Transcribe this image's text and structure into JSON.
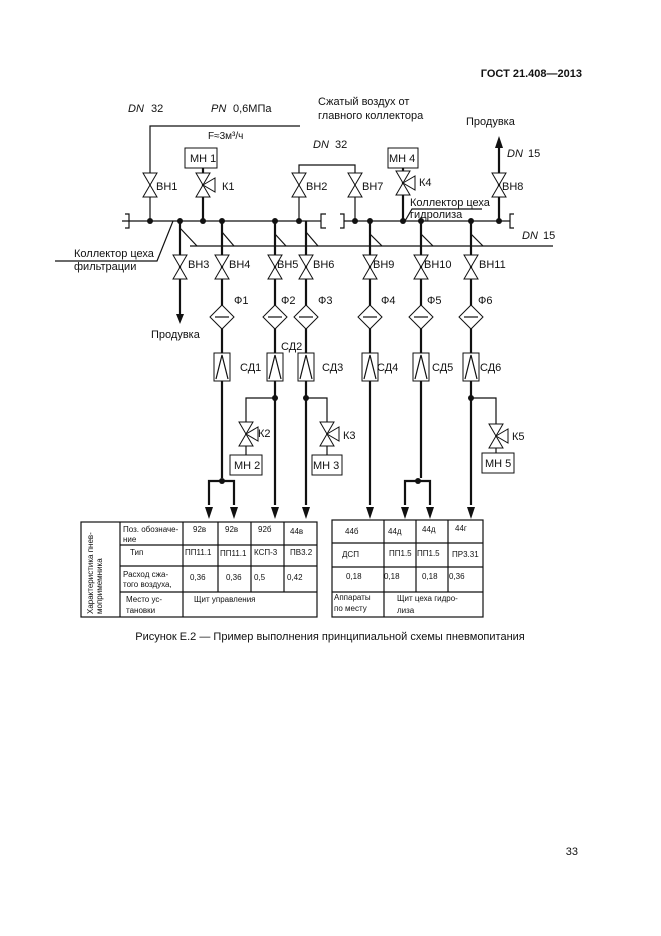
{
  "header": {
    "standard": "ГОСТ 21.408—2013"
  },
  "page_number": "33",
  "caption": "Рисунок Е.2 — Пример выполнения принципиальной схемы пневмопитания",
  "top_labels": {
    "dn32_a": "32",
    "dn_prefix": "DN",
    "pn_prefix": "PN",
    "pn_value": "0,6МПа",
    "source_line1": "Сжатый воздух от",
    "source_line2": "главного коллектора",
    "flow": "F≈3м³/ч",
    "dn32_b": "32",
    "purge_top": "Продувка",
    "dn15_top": "15",
    "dn15_right": "15"
  },
  "collectors": {
    "filtration_line1": "Коллектор цеха",
    "filtration_line2": "фильтрации",
    "hydrolysis_line1": "Коллектор цеха",
    "hydrolysis_line2": "гидролиза",
    "purge_bottom": "Продувка"
  },
  "valves": [
    "ВН1",
    "ВН2",
    "ВН7",
    "ВН8",
    "ВН3",
    "ВН4",
    "ВН5",
    "ВН6",
    "ВН9",
    "ВН10",
    "ВН11"
  ],
  "control_valves": [
    "К1",
    "К4",
    "К2",
    "К3",
    "К5"
  ],
  "gauges": [
    "МН 1",
    "МН 4",
    "МН 2",
    "МН 3",
    "МН 5"
  ],
  "filters": [
    "Ф1",
    "Ф2",
    "Ф3",
    "Ф4",
    "Ф5",
    "Ф6"
  ],
  "regulators": [
    "СД1",
    "СД2",
    "СД3",
    "СД4",
    "СД5",
    "СД6"
  ],
  "table_left": {
    "side_label_line1": "Характеристика пнев-",
    "side_label_line2": "мопримемника",
    "row_headers": [
      [
        "Поз. обозначе-",
        "ние"
      ],
      [
        "Тип",
        ""
      ],
      [
        "Расход сжа-",
        "того воздуха,"
      ],
      [
        "Место ус-",
        "тановки"
      ]
    ],
    "positions": [
      "92в",
      "92в",
      "92б",
      "44в"
    ],
    "types": [
      "ПП11.1",
      "ПП11.1",
      "КСП-3",
      "ПВ3.2"
    ],
    "flows": [
      "0,36",
      "0,36",
      "0,5",
      "0,42"
    ],
    "location": "Щит управления"
  },
  "table_right": {
    "positions": [
      "44б",
      "44д",
      "44д",
      "44г"
    ],
    "types": [
      "ДСП",
      "ПП1.5",
      "ПП1.5",
      "ПР3.31"
    ],
    "flows": [
      "0,18",
      "0,18",
      "0,18",
      "0,36"
    ],
    "location_left": [
      "Аппараты",
      "по месту"
    ],
    "location": [
      "Щит цеха гидро-",
      "лиза"
    ]
  }
}
